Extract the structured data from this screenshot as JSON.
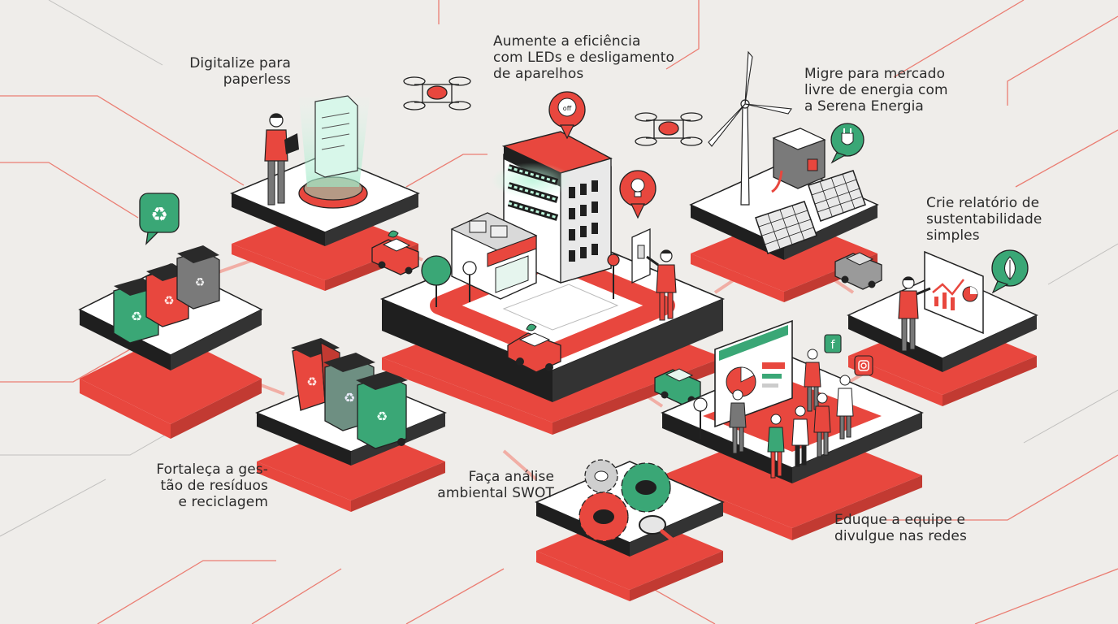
{
  "labels": {
    "paperless": [
      "Digitalize para",
      "paperless"
    ],
    "leds": [
      "Aumente a eficiência",
      "com LEDs e desligamento",
      "de aparelhos"
    ],
    "mercado": [
      "Migre para mercado",
      "livre de energia com",
      "a Serena Energia"
    ],
    "relatorio": [
      "Crie relatório de",
      "sustentabilidade",
      "simples"
    ],
    "residuos": [
      "Fortaleça a ges-",
      "tão de resíduos",
      "e reciclagem"
    ],
    "swot": [
      "Faça análise",
      "ambiental SWOT"
    ],
    "equipe": [
      "Eduque a equipe e",
      "divulgue nas redes"
    ]
  },
  "icons": {
    "bulb_bubble_text": "off"
  },
  "colors": {
    "background": "#efedea",
    "accent_red": "#e8473e",
    "green": "#3aa776",
    "dark": "#262626",
    "line_red": "#ea6a5e"
  }
}
